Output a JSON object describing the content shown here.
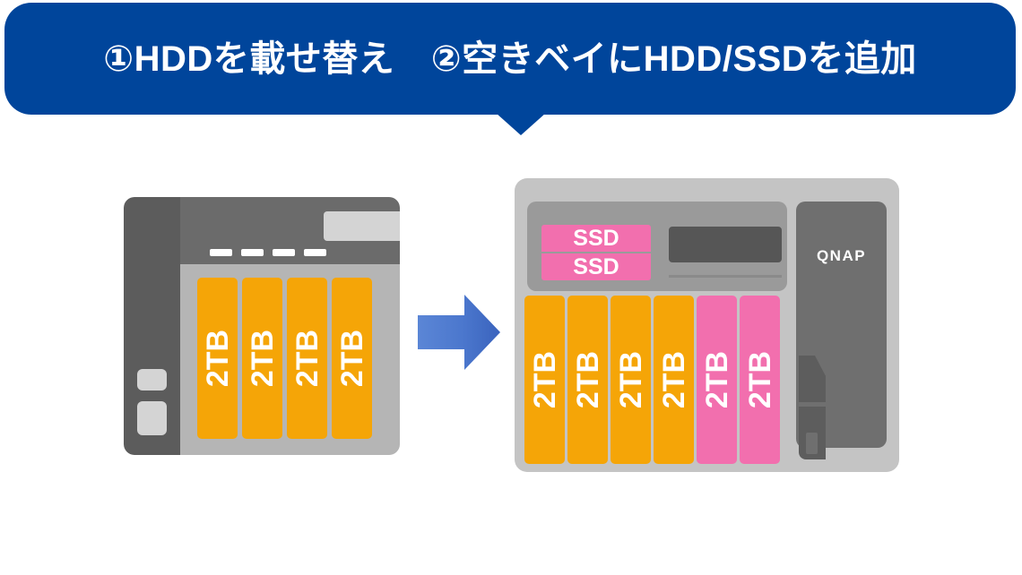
{
  "banner": {
    "text": "①HDDを載せ替え　②空きベイにHDD/SSDを追加",
    "background_color": "#00459b",
    "text_color": "#ffffff"
  },
  "arrow": {
    "name": "right-arrow",
    "color": "#4472c4",
    "direction": "right"
  },
  "nas_before": {
    "name": "4-bay-nas-before",
    "bays": [
      {
        "label": "2TB",
        "type": "hdd",
        "color": "#f5a507"
      },
      {
        "label": "2TB",
        "type": "hdd",
        "color": "#f5a507"
      },
      {
        "label": "2TB",
        "type": "hdd",
        "color": "#f5a507"
      },
      {
        "label": "2TB",
        "type": "hdd",
        "color": "#f5a507"
      }
    ],
    "lcd": "",
    "leds": [
      "",
      "",
      "",
      ""
    ],
    "buttons": [
      "",
      ""
    ],
    "chassis_color": "#b5b5b5",
    "side_panel_color": "#5c5c5c",
    "top_bar_color": "#6b6b6b"
  },
  "nas_after": {
    "name": "6-bay-nas-after",
    "brand": "QNAP",
    "ssd_slots": [
      {
        "label": "SSD",
        "color": "#f26fae"
      },
      {
        "label": "SSD",
        "color": "#f26fae"
      }
    ],
    "bays": [
      {
        "label": "2TB",
        "type": "hdd",
        "color": "#f5a507"
      },
      {
        "label": "2TB",
        "type": "hdd",
        "color": "#f5a507"
      },
      {
        "label": "2TB",
        "type": "hdd",
        "color": "#f5a507"
      },
      {
        "label": "2TB",
        "type": "hdd",
        "color": "#f5a507"
      },
      {
        "label": "2TB",
        "type": "new-drive",
        "color": "#f26fae"
      },
      {
        "label": "2TB",
        "type": "new-drive",
        "color": "#f26fae"
      }
    ],
    "lcd": "",
    "chassis_color": "#c4c4c4",
    "top_panel_color": "#9a9a9a",
    "side_panel_color": "#6f6f6f"
  }
}
